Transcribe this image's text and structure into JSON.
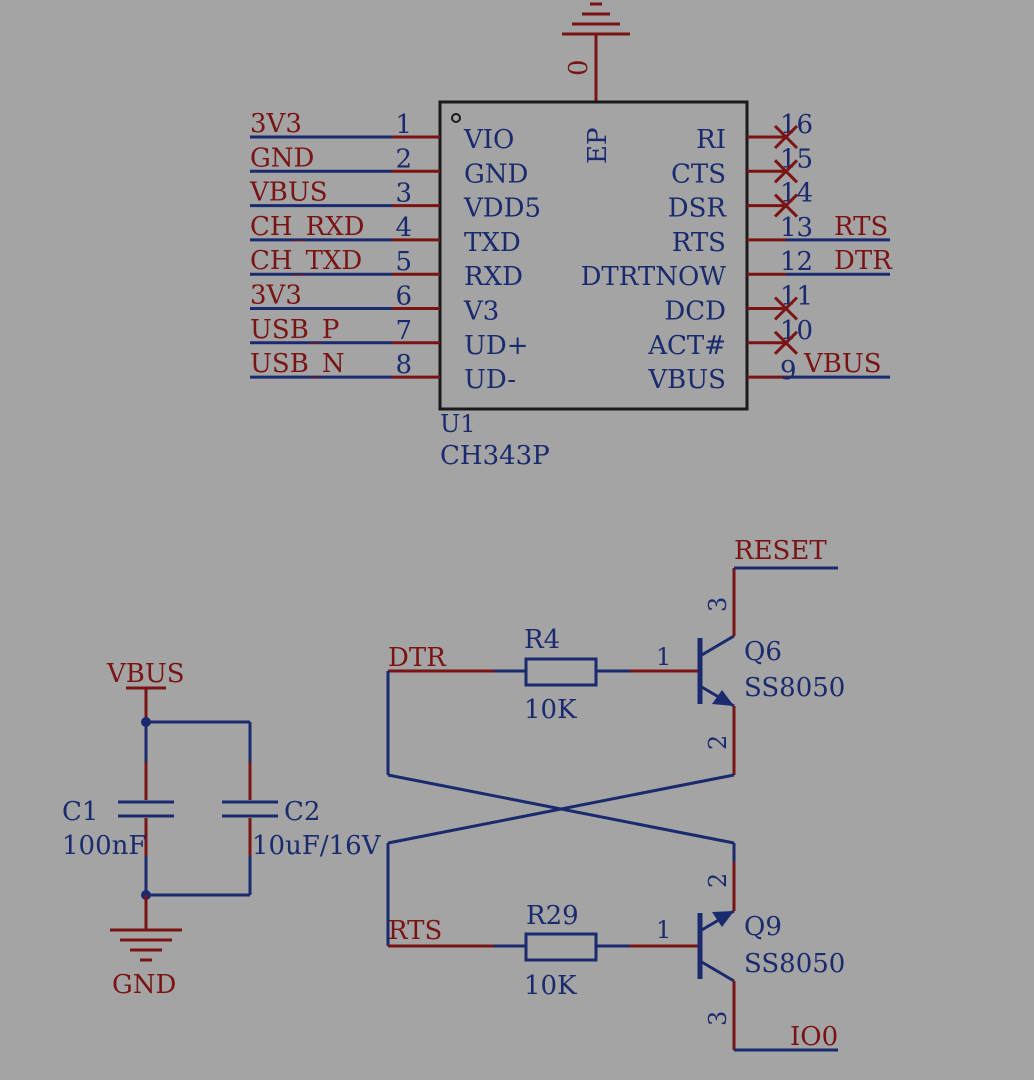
{
  "ic": {
    "ground_value": "0",
    "exposed_pad": "EP",
    "designator": "U1",
    "part": "CH343P",
    "left_pins": [
      {
        "num": "1",
        "name": "VIO",
        "net": "3V3"
      },
      {
        "num": "2",
        "name": "GND",
        "net": "GND"
      },
      {
        "num": "3",
        "name": "VDD5",
        "net": "VBUS"
      },
      {
        "num": "4",
        "name": "TXD",
        "net": "CH_RXD"
      },
      {
        "num": "5",
        "name": "RXD",
        "net": "CH_TXD"
      },
      {
        "num": "6",
        "name": "V3",
        "net": "3V3"
      },
      {
        "num": "7",
        "name": "UD+",
        "net": "USB_P"
      },
      {
        "num": "8",
        "name": "UD-",
        "net": "USB_N"
      }
    ],
    "right_pins": [
      {
        "num": "16",
        "name": "RI",
        "net": "",
        "nc": true
      },
      {
        "num": "15",
        "name": "CTS",
        "net": "",
        "nc": true
      },
      {
        "num": "14",
        "name": "DSR",
        "net": "",
        "nc": true
      },
      {
        "num": "13",
        "name": "RTS",
        "net": "RTS",
        "nc": false
      },
      {
        "num": "12",
        "name": "DTRTNOW",
        "net": "DTR",
        "nc": false
      },
      {
        "num": "11",
        "name": "DCD",
        "net": "",
        "nc": true
      },
      {
        "num": "10",
        "name": "ACT#",
        "net": "",
        "nc": true
      },
      {
        "num": "9",
        "name": "VBUS",
        "net": "VBUS",
        "nc": false
      }
    ]
  },
  "caps": {
    "vbus_label": "VBUS",
    "gnd_label": "GND",
    "c1": {
      "ref": "C1",
      "value": "100nF"
    },
    "c2": {
      "ref": "C2",
      "value": "10uF/16V"
    }
  },
  "autoreset": {
    "dtr_label": "DTR",
    "rts_label": "RTS",
    "reset_label": "RESET",
    "io0_label": "IO0",
    "r4": {
      "ref": "R4",
      "value": "10K"
    },
    "r29": {
      "ref": "R29",
      "value": "10K"
    },
    "q6": {
      "ref": "Q6",
      "part": "SS8050",
      "base_pin": "1",
      "emitter_pin": "2",
      "collector_pin": "3"
    },
    "q9": {
      "ref": "Q9",
      "part": "SS8050",
      "base_pin": "1",
      "emitter_pin": "2",
      "collector_pin": "3"
    }
  }
}
